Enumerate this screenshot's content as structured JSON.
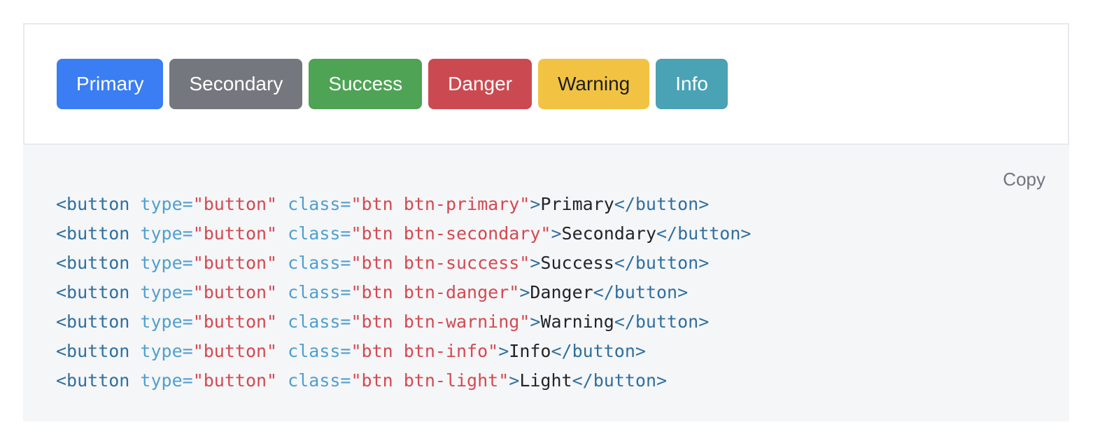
{
  "preview": {
    "buttons": [
      {
        "label": "Primary",
        "bg": "#3b7df2",
        "fg": "#ffffff"
      },
      {
        "label": "Secondary",
        "bg": "#74787e",
        "fg": "#ffffff"
      },
      {
        "label": "Success",
        "bg": "#4ea355",
        "fg": "#ffffff"
      },
      {
        "label": "Danger",
        "bg": "#cb4a51",
        "fg": "#ffffff"
      },
      {
        "label": "Warning",
        "bg": "#f2c343",
        "fg": "#1b1e21"
      },
      {
        "label": "Info",
        "bg": "#4aa2b5",
        "fg": "#ffffff"
      }
    ]
  },
  "code": {
    "copy_label": "Copy",
    "lines": [
      [
        [
          "tag",
          "<button"
        ],
        [
          "pln",
          " "
        ],
        [
          "att",
          "type="
        ],
        [
          "str",
          "\"button\""
        ],
        [
          "pln",
          " "
        ],
        [
          "att",
          "class="
        ],
        [
          "str",
          "\"btn btn-primary\""
        ],
        [
          "tag",
          ">"
        ],
        [
          "pln",
          "Primary"
        ],
        [
          "tag",
          "</button>"
        ]
      ],
      [
        [
          "tag",
          "<button"
        ],
        [
          "pln",
          " "
        ],
        [
          "att",
          "type="
        ],
        [
          "str",
          "\"button\""
        ],
        [
          "pln",
          " "
        ],
        [
          "att",
          "class="
        ],
        [
          "str",
          "\"btn btn-secondary\""
        ],
        [
          "tag",
          ">"
        ],
        [
          "pln",
          "Secondary"
        ],
        [
          "tag",
          "</button>"
        ]
      ],
      [
        [
          "tag",
          "<button"
        ],
        [
          "pln",
          " "
        ],
        [
          "att",
          "type="
        ],
        [
          "str",
          "\"button\""
        ],
        [
          "pln",
          " "
        ],
        [
          "att",
          "class="
        ],
        [
          "str",
          "\"btn btn-success\""
        ],
        [
          "tag",
          ">"
        ],
        [
          "pln",
          "Success"
        ],
        [
          "tag",
          "</button>"
        ]
      ],
      [
        [
          "tag",
          "<button"
        ],
        [
          "pln",
          " "
        ],
        [
          "att",
          "type="
        ],
        [
          "str",
          "\"button\""
        ],
        [
          "pln",
          " "
        ],
        [
          "att",
          "class="
        ],
        [
          "str",
          "\"btn btn-danger\""
        ],
        [
          "tag",
          ">"
        ],
        [
          "pln",
          "Danger"
        ],
        [
          "tag",
          "</button>"
        ]
      ],
      [
        [
          "tag",
          "<button"
        ],
        [
          "pln",
          " "
        ],
        [
          "att",
          "type="
        ],
        [
          "str",
          "\"button\""
        ],
        [
          "pln",
          " "
        ],
        [
          "att",
          "class="
        ],
        [
          "str",
          "\"btn btn-warning\""
        ],
        [
          "tag",
          ">"
        ],
        [
          "pln",
          "Warning"
        ],
        [
          "tag",
          "</button>"
        ]
      ],
      [
        [
          "tag",
          "<button"
        ],
        [
          "pln",
          " "
        ],
        [
          "att",
          "type="
        ],
        [
          "str",
          "\"button\""
        ],
        [
          "pln",
          " "
        ],
        [
          "att",
          "class="
        ],
        [
          "str",
          "\"btn btn-info\""
        ],
        [
          "tag",
          ">"
        ],
        [
          "pln",
          "Info"
        ],
        [
          "tag",
          "</button>"
        ]
      ],
      [
        [
          "tag",
          "<button"
        ],
        [
          "pln",
          " "
        ],
        [
          "att",
          "type="
        ],
        [
          "str",
          "\"button\""
        ],
        [
          "pln",
          " "
        ],
        [
          "att",
          "class="
        ],
        [
          "str",
          "\"btn btn-light\""
        ],
        [
          "tag",
          ">"
        ],
        [
          "pln",
          "Light"
        ],
        [
          "tag",
          "</button>"
        ]
      ]
    ]
  },
  "colors": {
    "page_background": "#ffffff",
    "preview_border": "#e7eaee",
    "code_background": "#f5f6f8",
    "copy_text": "#70767d",
    "syntax": {
      "tag": "#2f6f9f",
      "att": "#4f9fcf",
      "str": "#d44950",
      "pln": "#212529"
    }
  }
}
